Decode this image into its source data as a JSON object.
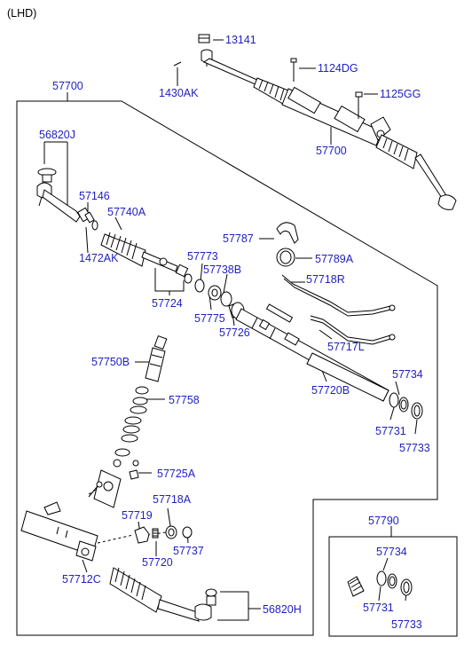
{
  "header": {
    "variant": "(LHD)"
  },
  "parts": {
    "p13141": "13141",
    "p1124DG": "1124DG",
    "p1430AK": "1430AK",
    "p1125GG": "1125GG",
    "p57700_top": "57700",
    "p57700_frame": "57700",
    "p56820J": "56820J",
    "p57146": "57146",
    "p57740A": "57740A",
    "p1472AK": "1472AK",
    "p57787": "57787",
    "p57789A": "57789A",
    "p57773": "57773",
    "p57738B": "57738B",
    "p57718R": "57718R",
    "p57724": "57724",
    "p57775": "57775",
    "p57726": "57726",
    "p57717L": "57717L",
    "p57750B": "57750B",
    "p57734": "57734",
    "p57720B": "57720B",
    "p57758": "57758",
    "p57731": "57731",
    "p57733": "57733",
    "p57725A": "57725A",
    "p57718A": "57718A",
    "p57719": "57719",
    "p57737": "57737",
    "p57720": "57720",
    "p57712C": "57712C",
    "p56820H": "56820H",
    "p57790": "57790",
    "p57734_kit": "57734",
    "p57731_kit": "57731",
    "p57733_kit": "57733"
  },
  "colors": {
    "label": "#1f1fbf",
    "line": "#000000"
  }
}
